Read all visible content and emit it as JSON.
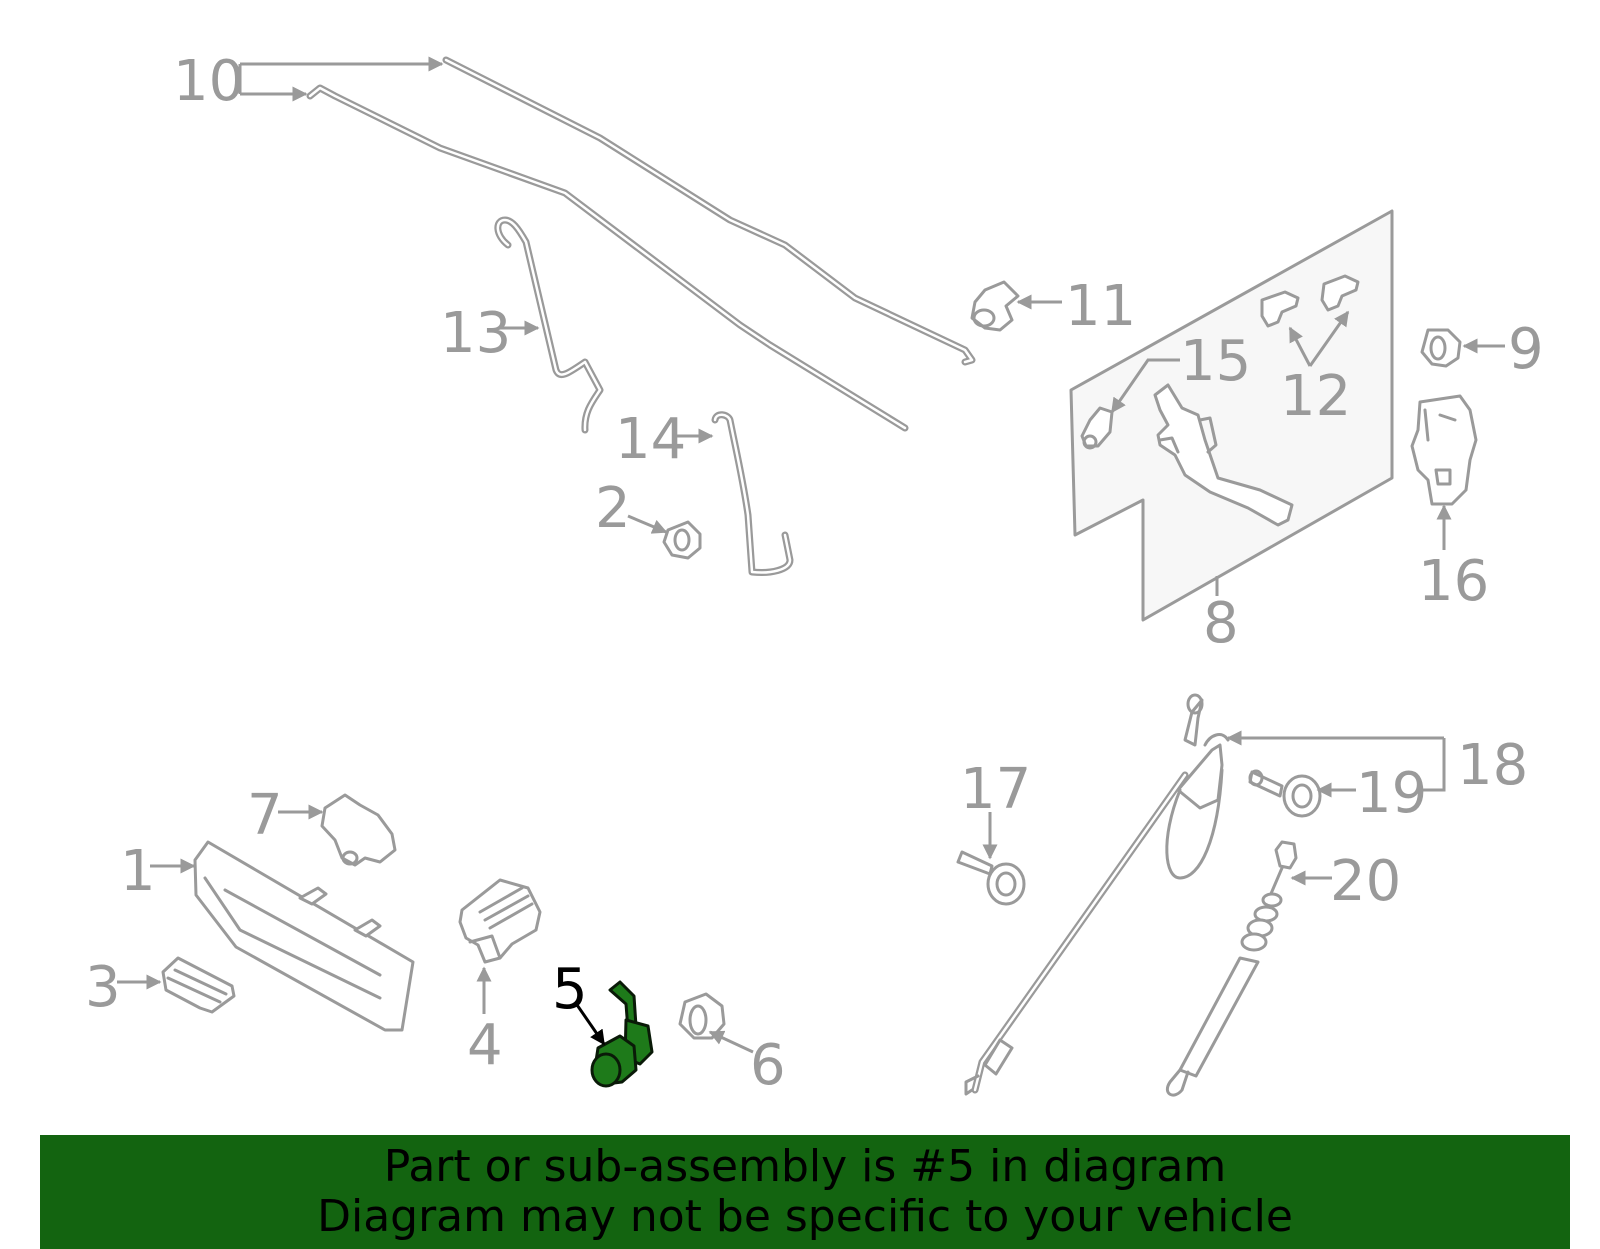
{
  "banner": {
    "line1": "Part or sub-assembly is #5 in diagram",
    "line2": "Diagram may not be specific to your vehicle",
    "color": "#136410"
  },
  "highlight": {
    "part_number": "5",
    "color": "#1e7a1a"
  },
  "callouts": {
    "c1": "1",
    "c2": "2",
    "c3": "3",
    "c4": "4",
    "c5": "5",
    "c6": "6",
    "c7": "7",
    "c8": "8",
    "c9": "9",
    "c10": "10",
    "c11": "11",
    "c12": "12",
    "c13": "13",
    "c14": "14",
    "c15": "15",
    "c16": "16",
    "c17": "17",
    "c18": "18",
    "c19": "19",
    "c20": "20"
  },
  "line_color": "#9a9a9a"
}
